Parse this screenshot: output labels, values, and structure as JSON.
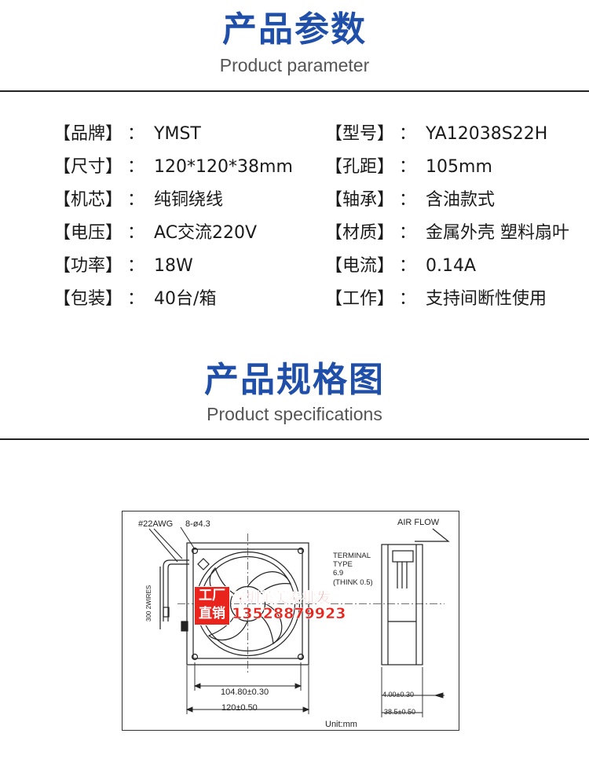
{
  "sections": {
    "params": {
      "title": "产品参数",
      "subtitle": "Product parameter"
    },
    "specs": {
      "title": "产品规格图",
      "subtitle": "Product specifications"
    }
  },
  "params_left": [
    {
      "label": "【品牌】",
      "value": "YMST"
    },
    {
      "label": "【尺寸】",
      "value": "120*120*38mm"
    },
    {
      "label": "【机芯】",
      "value": "纯铜绕线"
    },
    {
      "label": "【电压】",
      "value": "AC交流220V"
    },
    {
      "label": "【功率】",
      "value": "18W"
    },
    {
      "label": "【包装】",
      "value": "40台/箱"
    }
  ],
  "params_right": [
    {
      "label": "【型号】",
      "value": "YA12038S22H"
    },
    {
      "label": "【孔距】",
      "value": "105mm"
    },
    {
      "label": "【轴承】",
      "value": "含油款式"
    },
    {
      "label": "【材质】",
      "value": "金属外壳 塑料扇叶"
    },
    {
      "label": "【电流】",
      "value": "0.14A"
    },
    {
      "label": "【工作】",
      "value": "支持间断性使用"
    }
  ],
  "colon": "：",
  "diagram": {
    "awg": "#22AWG",
    "holes": "8-ø4.3",
    "air_flow": "AIR FLOW",
    "terminal_lines": [
      "TERMINAL",
      "TYPE",
      "6.9",
      "(THINK 0.5)"
    ],
    "wires": "300 2WIRES",
    "dim_hole_spacing": "104.80±0.30",
    "dim_width": "120±0.50",
    "dim_terminal": "4.00±0.30",
    "dim_depth": "38.5±0.50",
    "unit": "Unit:mm"
  },
  "watermark": {
    "badge_line1": "工厂",
    "badge_line2": "直销",
    "company": "深圳莱美泰批发",
    "phone": "13528879923"
  },
  "colors": {
    "title_blue": "#1f4fa8",
    "watermark_red": "#e8241c"
  }
}
